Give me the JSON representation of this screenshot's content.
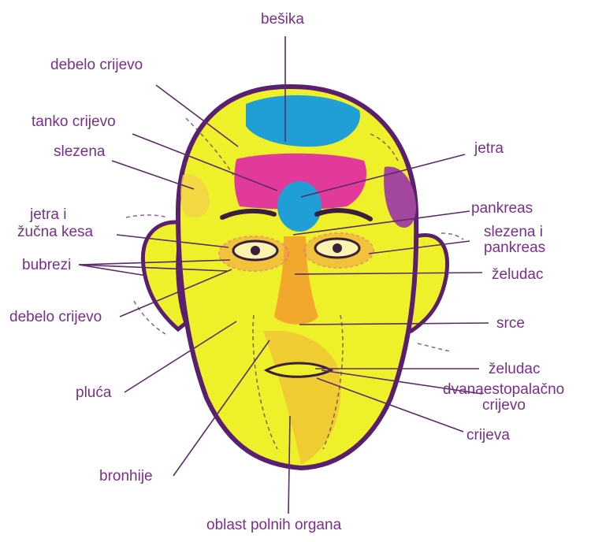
{
  "colors": {
    "label": "#7a2e8c",
    "leader": "#5b2a6b",
    "outline": "#5a1f6e",
    "skin": "#eef02a",
    "bladder": "#1f9fd6",
    "spleen_zone": "#e23a9a",
    "liver_zone": "#a3469e",
    "nose": "#f29a2e",
    "cheek_orange": "#f0a23c"
  },
  "labels": {
    "besika": "bešika",
    "debelo_crijevo_top": "debelo crijevo",
    "tanko_crijevo": "tanko crijevo",
    "slezena": "slezena",
    "jetra": "jetra",
    "jetra_i": "jetra i",
    "zucna_kesa": "žučna kesa",
    "pankreas": "pankreas",
    "slezena_i": "slezena i",
    "pankreas2": "pankreas",
    "bubrezi": "bubrezi",
    "zeludac1": "želudac",
    "debelo_crijevo_side": "debelo crijevo",
    "srce": "srce",
    "pluca": "pluća",
    "zeludac2": "želudac",
    "dvanaestopalacno": "dvanaestopalačno",
    "crijevo": "crijevo",
    "crijeva": "crijeva",
    "bronhije": "bronhije",
    "oblast": "oblast polnih organa"
  }
}
